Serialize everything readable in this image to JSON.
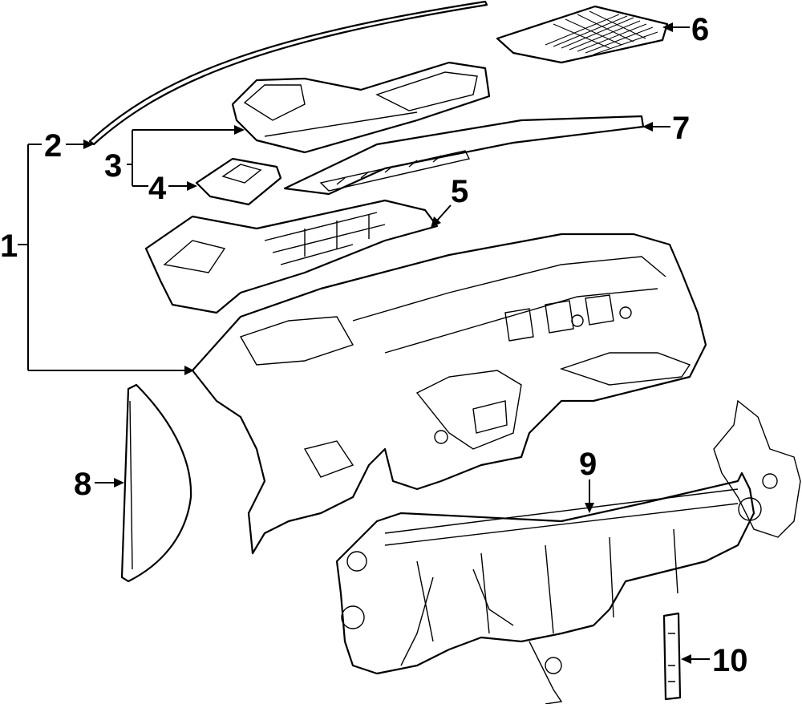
{
  "diagram": {
    "callouts": {
      "c1": "1",
      "c2": "2",
      "c3": "3",
      "c4": "4",
      "c5": "5",
      "c6": "6",
      "c7": "7",
      "c8": "8",
      "c9": "9",
      "c10": "10"
    },
    "colors": {
      "ink": "#000000",
      "paper": "#ffffff"
    }
  }
}
